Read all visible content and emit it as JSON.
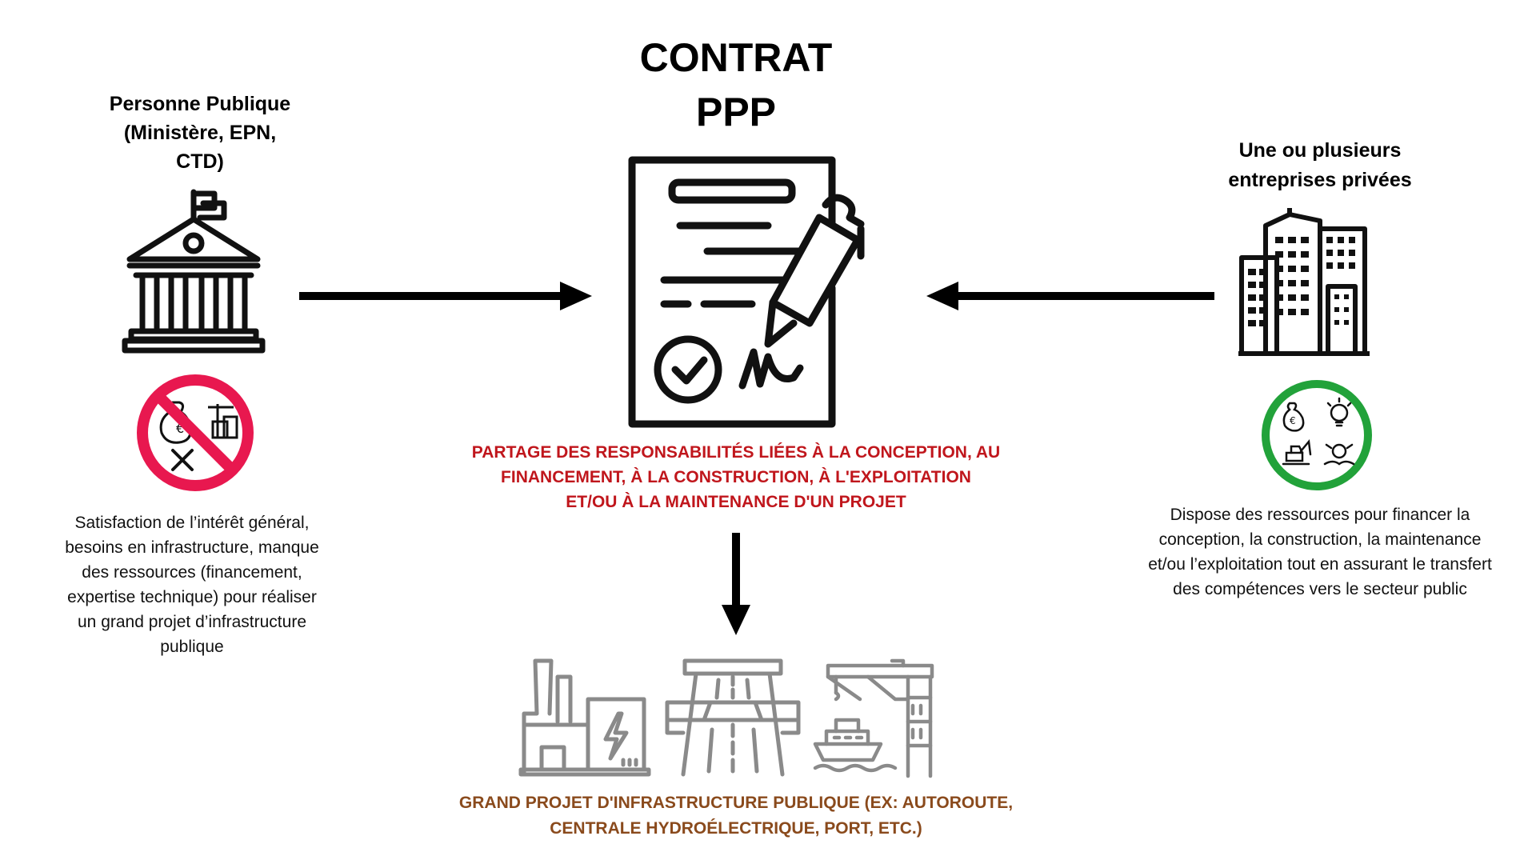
{
  "title": {
    "line1": "CONTRAT",
    "line2": "PPP"
  },
  "left": {
    "heading_lines": [
      "Personne Publique",
      "(Ministère, EPN,",
      "CTD)"
    ],
    "description_lines": [
      "Satisfaction de l’intérêt général,",
      "besoins en infrastructure, manque",
      "des ressources (financement,",
      "expertise technique) pour réaliser",
      "un grand projet d’infrastructure",
      "publique"
    ],
    "no_symbol_color": "#e8184f"
  },
  "right": {
    "heading_lines": [
      "Une ou plusieurs",
      "entreprises privées"
    ],
    "description_lines": [
      "Dispose des ressources pour financer la",
      "conception, la construction, la maintenance",
      "et/ou l’exploitation tout en assurant le transfert",
      "des compétences vers le secteur public"
    ],
    "ring_color": "#22a23a"
  },
  "center": {
    "description_lines": [
      "PARTAGE DES RESPONSABILITÉS LIÉES À LA CONCEPTION, AU",
      "FINANCEMENT, À LA CONSTRUCTION, À L'EXPLOITATION",
      "ET/OU À LA MAINTENANCE D'UN PROJET"
    ],
    "color": "#c0161c"
  },
  "bottom": {
    "description_lines": [
      "GRAND PROJET D'INFRASTRUCTURE PUBLIQUE (EX: AUTOROUTE,",
      "CENTRALE HYDROÉLECTRIQUE, PORT, ETC.)"
    ],
    "color": "#8a4a1c"
  },
  "icons": {
    "government": "government-building-icon",
    "contract": "contract-signature-icon",
    "companies": "office-buildings-icon",
    "no_resources": "no-resources-icon",
    "resources": "resources-available-icon",
    "power_plant": "power-plant-icon",
    "highway": "highway-icon",
    "port": "port-crane-icon"
  }
}
